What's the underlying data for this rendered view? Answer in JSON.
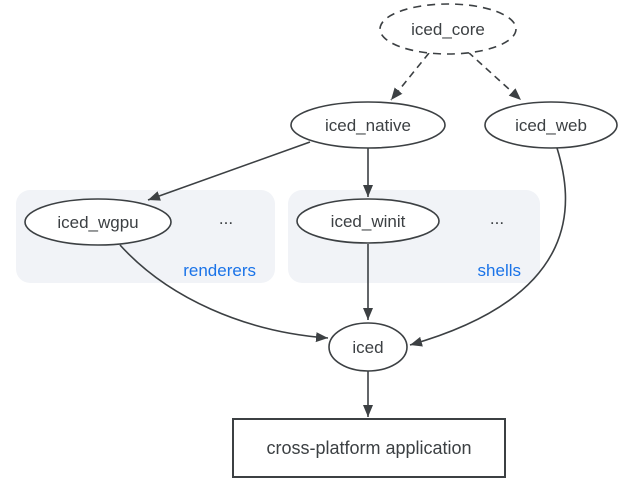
{
  "diagram": {
    "type": "dependency-graph",
    "background": "#ffffff",
    "colors": {
      "node_stroke": "#3c4043",
      "node_text": "#3c4043",
      "edge": "#3c4043",
      "group_background": "#f1f3f7",
      "group_label": "#1a73e8"
    },
    "nodes": [
      {
        "id": "iced_core",
        "label": "iced_core",
        "shape": "ellipse",
        "border": "dashed"
      },
      {
        "id": "iced_native",
        "label": "iced_native",
        "shape": "ellipse",
        "border": "solid"
      },
      {
        "id": "iced_web",
        "label": "iced_web",
        "shape": "ellipse",
        "border": "solid"
      },
      {
        "id": "iced_wgpu",
        "label": "iced_wgpu",
        "shape": "ellipse",
        "border": "solid",
        "group": "renderers"
      },
      {
        "id": "iced_winit",
        "label": "iced_winit",
        "shape": "ellipse",
        "border": "solid",
        "group": "shells"
      },
      {
        "id": "iced",
        "label": "iced",
        "shape": "ellipse",
        "border": "solid"
      },
      {
        "id": "app",
        "label": "cross-platform application",
        "shape": "rectangle",
        "border": "solid"
      }
    ],
    "groups": [
      {
        "id": "renderers",
        "label": "renderers",
        "ellipsis": "..."
      },
      {
        "id": "shells",
        "label": "shells",
        "ellipsis": "..."
      }
    ],
    "edges": [
      {
        "from": "iced_core",
        "to": "iced_native",
        "style": "dashed"
      },
      {
        "from": "iced_core",
        "to": "iced_web",
        "style": "dashed"
      },
      {
        "from": "iced_native",
        "to": "iced_wgpu",
        "style": "solid"
      },
      {
        "from": "iced_native",
        "to": "iced_winit",
        "style": "solid"
      },
      {
        "from": "iced_wgpu",
        "to": "iced",
        "style": "solid"
      },
      {
        "from": "iced_winit",
        "to": "iced",
        "style": "solid"
      },
      {
        "from": "iced_web",
        "to": "iced",
        "style": "solid"
      },
      {
        "from": "iced",
        "to": "app",
        "style": "solid"
      }
    ]
  }
}
